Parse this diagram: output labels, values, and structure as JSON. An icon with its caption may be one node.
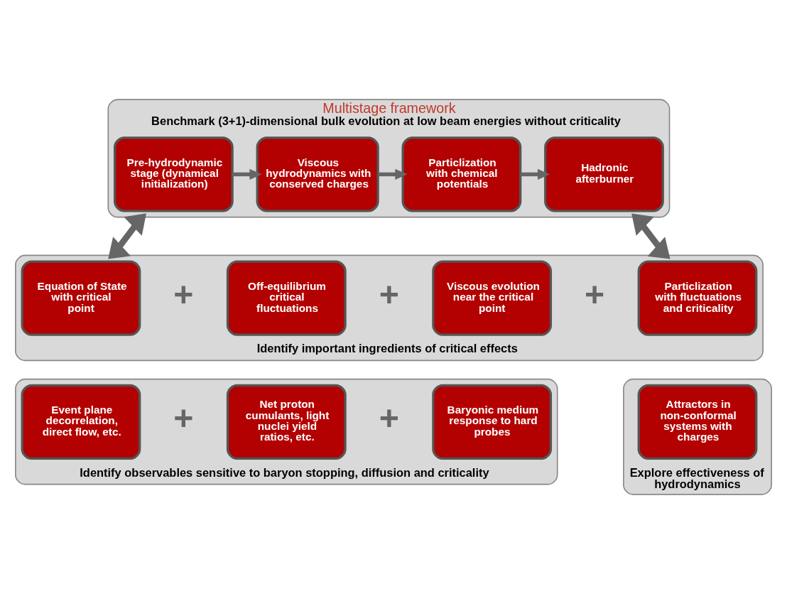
{
  "diagram": {
    "nodes": [
      {
        "text": [
          "Multistage framework",
          "Benchmark (3+1)-dimensional bulk evolution at low beam energies without criticality"
        ]
      },
      {
        "text": [
          "Pre-hydrodynamic stage (dynamical initialization)"
        ],
        "in": 0
      },
      {
        "text": [
          "Viscous hydrodynamics with conserved charges"
        ],
        "in": 0
      },
      {
        "text": [
          "Particlization with chemical potentials"
        ],
        "in": 0
      },
      {
        "text": [
          "Hadronic afterburner"
        ],
        "in": 0
      },
      {
        "text": [
          "Identify important ingredients of critical effects"
        ]
      },
      {
        "text": [
          "Equation of State with critical point"
        ],
        "in": 5
      },
      {
        "text": [
          "Off-equilibrium critical fluctuations"
        ],
        "in": 5
      },
      {
        "text": [
          "Viscous evolution near the critical point"
        ],
        "in": 5
      },
      {
        "text": [
          "Particlization with fluctuations and criticality"
        ],
        "in": 5
      },
      {
        "text": [
          "Identify observables sensitive to baryon stopping, diffusion and criticality"
        ]
      },
      {
        "text": [
          "Event plane decorrelation, direct flow, etc."
        ],
        "in": 10
      },
      {
        "text": [
          "Net proton cumulants, light nuclei yield ratios, etc."
        ],
        "in": 10
      },
      {
        "text": [
          "Baryonic medium response to hard probes"
        ],
        "in": 10
      },
      {
        "text": [
          "Explore effectiveness of hydrodynamics"
        ]
      },
      {
        "text": [
          "Attractors in non-conformal systems with charges"
        ],
        "in": 14
      }
    ],
    "edges": [
      {
        "from": 1,
        "to": 2,
        "arrow": "to"
      },
      {
        "from": 2,
        "to": 3,
        "arrow": "to"
      },
      {
        "from": 3,
        "to": 4,
        "arrow": "to"
      },
      {
        "from": 1,
        "to": 6,
        "arrow": "both"
      },
      {
        "from": 4,
        "to": 9,
        "arrow": "both"
      }
    ],
    "labels": [
      "+",
      "+",
      "+",
      "+",
      "+"
    ]
  }
}
